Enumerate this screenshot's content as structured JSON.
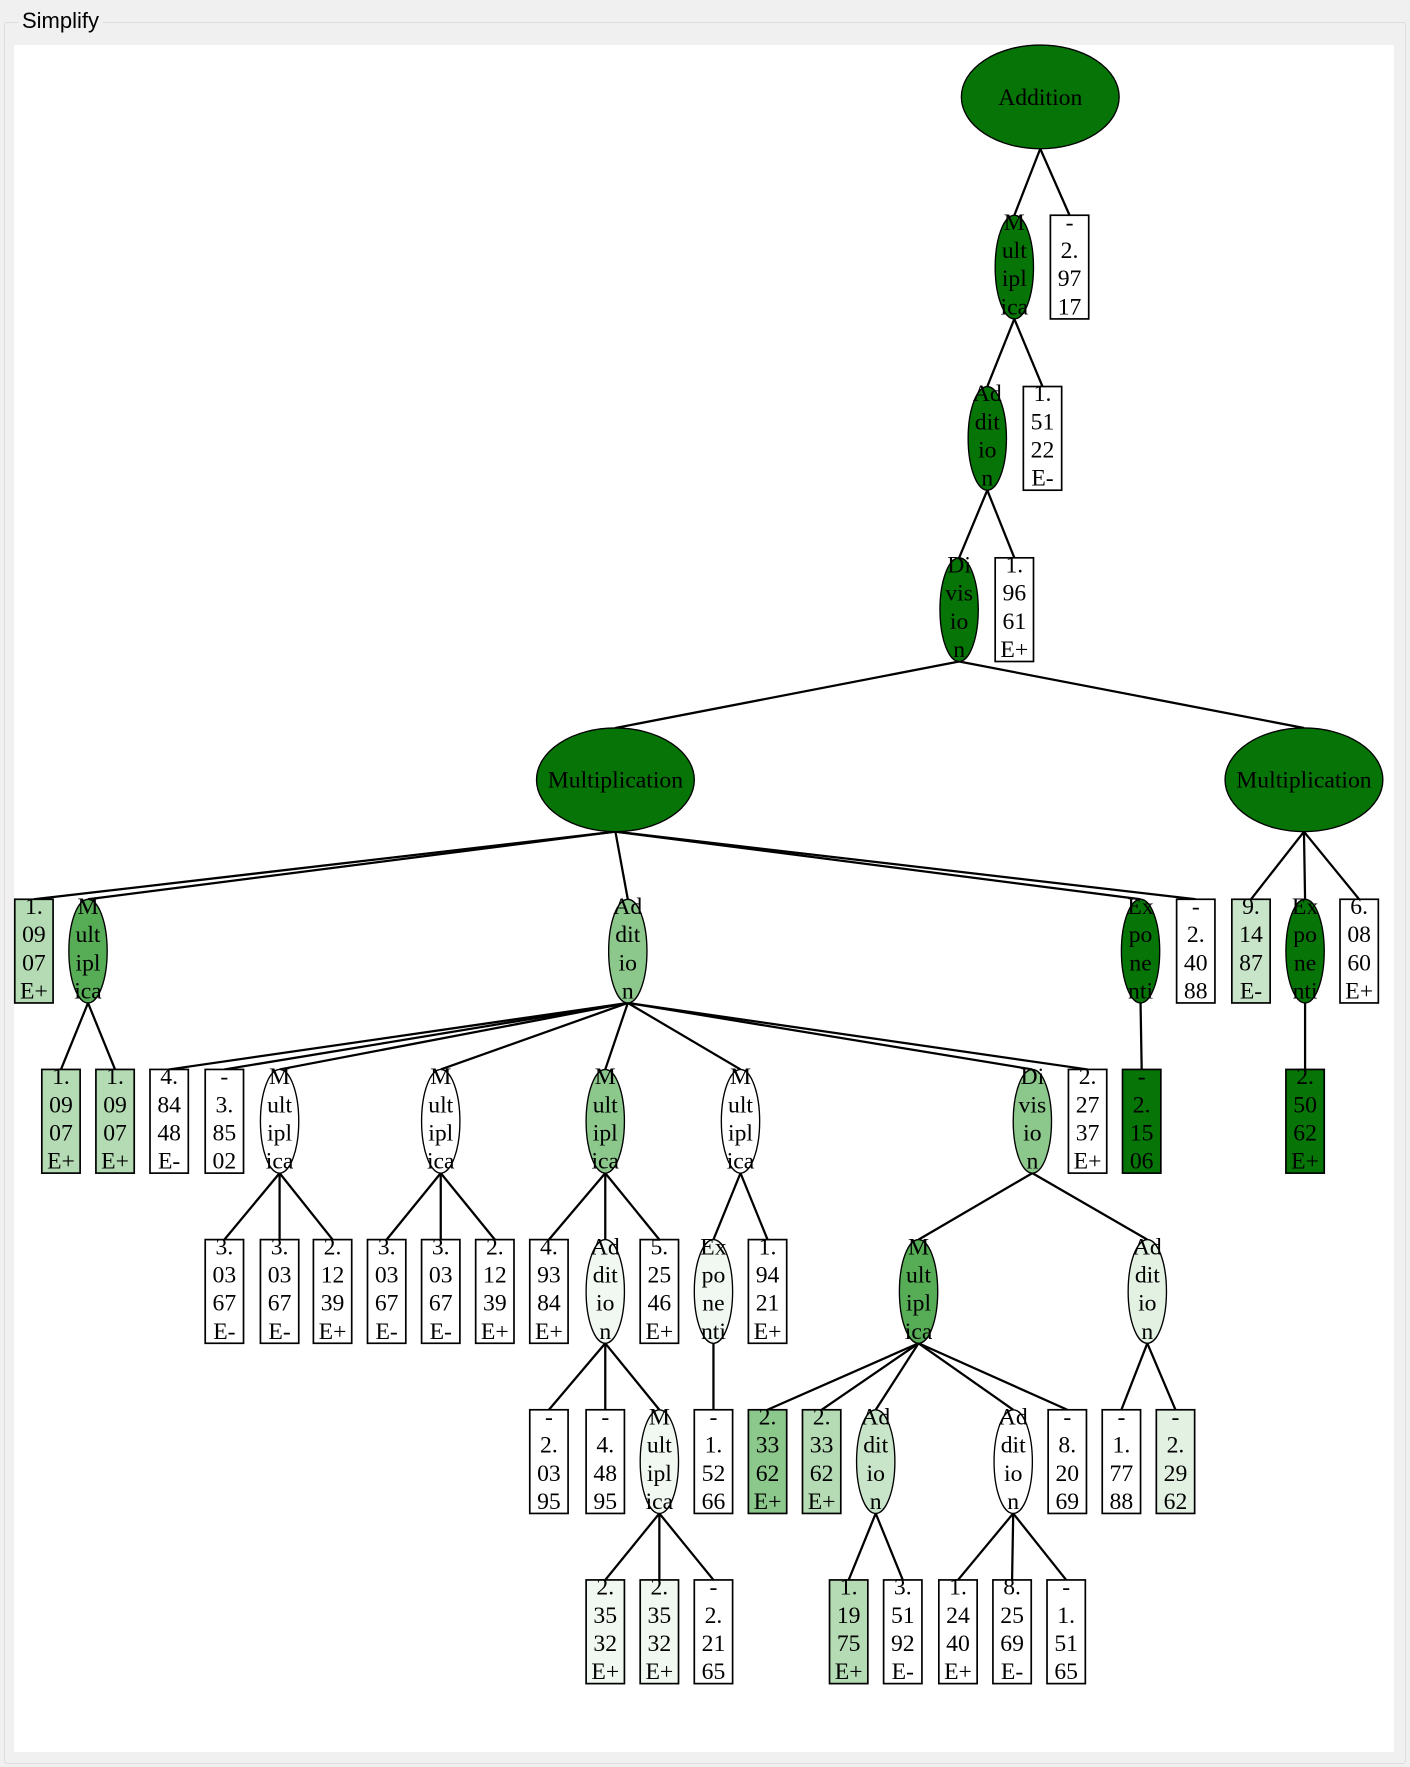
{
  "group_title": "Simplify",
  "colors": {
    "dark": "#067406",
    "medium": "#56ad56",
    "mid": "#8cc78c",
    "light": "#b5dbb5",
    "lighter": "#c9e5c9",
    "pale": "#e3f1e3",
    "verypale": "#f1f8f1",
    "white": "#ffffff",
    "edge": "#000000"
  },
  "tree": {
    "nodes": [
      {
        "p": -1,
        "s": "wide",
        "t": [
          "Addition"
        ],
        "f": "dark"
      },
      {
        "p": 0,
        "s": "ell",
        "t": [
          "M",
          "ult",
          "ipl",
          "ica"
        ],
        "f": "dark"
      },
      {
        "p": 0,
        "s": "rect",
        "t": [
          "-",
          "2.",
          "97",
          "17"
        ],
        "f": "white"
      },
      {
        "p": 1,
        "s": "ell",
        "t": [
          "Ad",
          "dit",
          "io",
          "n"
        ],
        "f": "dark"
      },
      {
        "p": 1,
        "s": "rect",
        "t": [
          "1.",
          "51",
          "22",
          "E-"
        ],
        "f": "white"
      },
      {
        "p": 3,
        "s": "ell",
        "t": [
          "Di",
          "vis",
          "io",
          "n"
        ],
        "f": "dark"
      },
      {
        "p": 3,
        "s": "rect",
        "t": [
          "1.",
          "96",
          "61",
          "E+"
        ],
        "f": "white"
      },
      {
        "p": 5,
        "s": "wide",
        "t": [
          "Multiplication"
        ],
        "f": "dark"
      },
      {
        "p": 5,
        "s": "wide",
        "t": [
          "Multiplication"
        ],
        "f": "dark"
      },
      {
        "p": 7,
        "s": "rect",
        "t": [
          "1.",
          "09",
          "07",
          "E+"
        ],
        "f": "light"
      },
      {
        "p": 7,
        "s": "ell",
        "t": [
          "M",
          "ult",
          "ipl",
          "ica"
        ],
        "f": "medium"
      },
      {
        "p": 7,
        "s": "ell",
        "t": [
          "Ad",
          "dit",
          "io",
          "n"
        ],
        "f": "mid"
      },
      {
        "p": 7,
        "s": "ell",
        "t": [
          "Ex",
          "po",
          "ne",
          "nti"
        ],
        "f": "dark"
      },
      {
        "p": 7,
        "s": "rect",
        "t": [
          "-",
          "2.",
          "40",
          "88"
        ],
        "f": "white"
      },
      {
        "p": 8,
        "s": "rect",
        "t": [
          "9.",
          "14",
          "87",
          "E-"
        ],
        "f": "lighter"
      },
      {
        "p": 8,
        "s": "ell",
        "t": [
          "Ex",
          "po",
          "ne",
          "nti"
        ],
        "f": "dark"
      },
      {
        "p": 8,
        "s": "rect",
        "t": [
          "6.",
          "08",
          "60",
          "E+"
        ],
        "f": "white"
      },
      {
        "p": 10,
        "s": "rect",
        "t": [
          "1.",
          "09",
          "07",
          "E+"
        ],
        "f": "light"
      },
      {
        "p": 10,
        "s": "rect",
        "t": [
          "1.",
          "09",
          "07",
          "E+"
        ],
        "f": "light"
      },
      {
        "p": 11,
        "s": "rect",
        "t": [
          "4.",
          "84",
          "48",
          "E-"
        ],
        "f": "white"
      },
      {
        "p": 11,
        "s": "rect",
        "t": [
          "-",
          "3.",
          "85",
          "02"
        ],
        "f": "white"
      },
      {
        "p": 11,
        "s": "ell",
        "t": [
          "M",
          "ult",
          "ipl",
          "ica"
        ],
        "f": "white"
      },
      {
        "p": 11,
        "s": "ell",
        "t": [
          "M",
          "ult",
          "ipl",
          "ica"
        ],
        "f": "white"
      },
      {
        "p": 11,
        "s": "ell",
        "t": [
          "M",
          "ult",
          "ipl",
          "ica"
        ],
        "f": "mid"
      },
      {
        "p": 11,
        "s": "ell",
        "t": [
          "M",
          "ult",
          "ipl",
          "ica"
        ],
        "f": "white"
      },
      {
        "p": 11,
        "s": "ell",
        "t": [
          "Di",
          "vis",
          "io",
          "n"
        ],
        "f": "mid"
      },
      {
        "p": 11,
        "s": "rect",
        "t": [
          "2.",
          "27",
          "37",
          "E+"
        ],
        "f": "white"
      },
      {
        "p": 12,
        "s": "rect",
        "t": [
          "-",
          "2.",
          "15",
          "06"
        ],
        "f": "dark"
      },
      {
        "p": 15,
        "s": "rect",
        "t": [
          "2.",
          "50",
          "62",
          "E+"
        ],
        "f": "dark"
      },
      {
        "p": 21,
        "s": "rect",
        "t": [
          "3.",
          "03",
          "67",
          "E-"
        ],
        "f": "white"
      },
      {
        "p": 21,
        "s": "rect",
        "t": [
          "3.",
          "03",
          "67",
          "E-"
        ],
        "f": "white"
      },
      {
        "p": 21,
        "s": "rect",
        "t": [
          "2.",
          "12",
          "39",
          "E+"
        ],
        "f": "white"
      },
      {
        "p": 22,
        "s": "rect",
        "t": [
          "3.",
          "03",
          "67",
          "E-"
        ],
        "f": "white"
      },
      {
        "p": 22,
        "s": "rect",
        "t": [
          "3.",
          "03",
          "67",
          "E-"
        ],
        "f": "white"
      },
      {
        "p": 22,
        "s": "rect",
        "t": [
          "2.",
          "12",
          "39",
          "E+"
        ],
        "f": "white"
      },
      {
        "p": 23,
        "s": "rect",
        "t": [
          "4.",
          "93",
          "84",
          "E+"
        ],
        "f": "white"
      },
      {
        "p": 23,
        "s": "ell",
        "t": [
          "Ad",
          "dit",
          "io",
          "n"
        ],
        "f": "verypale"
      },
      {
        "p": 23,
        "s": "rect",
        "t": [
          "5.",
          "25",
          "46",
          "E+"
        ],
        "f": "white"
      },
      {
        "p": 24,
        "s": "ell",
        "t": [
          "Ex",
          "po",
          "ne",
          "nti"
        ],
        "f": "verypale"
      },
      {
        "p": 24,
        "s": "rect",
        "t": [
          "1.",
          "94",
          "21",
          "E+"
        ],
        "f": "white"
      },
      {
        "p": 25,
        "s": "ell",
        "t": [
          "M",
          "ult",
          "ipl",
          "ica"
        ],
        "f": "medium"
      },
      {
        "p": 25,
        "s": "ell",
        "t": [
          "Ad",
          "dit",
          "io",
          "n"
        ],
        "f": "pale"
      },
      {
        "p": 36,
        "s": "rect",
        "t": [
          "-",
          "2.",
          "03",
          "95"
        ],
        "f": "white"
      },
      {
        "p": 36,
        "s": "rect",
        "t": [
          "-",
          "4.",
          "48",
          "95"
        ],
        "f": "white"
      },
      {
        "p": 36,
        "s": "ell",
        "t": [
          "M",
          "ult",
          "ipl",
          "ica"
        ],
        "f": "verypale"
      },
      {
        "p": 38,
        "s": "rect",
        "t": [
          "-",
          "1.",
          "52",
          "66"
        ],
        "f": "white"
      },
      {
        "p": 40,
        "s": "rect",
        "t": [
          "2.",
          "33",
          "62",
          "E+"
        ],
        "f": "mid"
      },
      {
        "p": 40,
        "s": "rect",
        "t": [
          "2.",
          "33",
          "62",
          "E+"
        ],
        "f": "light"
      },
      {
        "p": 40,
        "s": "ell",
        "t": [
          "Ad",
          "dit",
          "io",
          "n"
        ],
        "f": "lighter"
      },
      {
        "p": 40,
        "s": "ell",
        "t": [
          "Ad",
          "dit",
          "io",
          "n"
        ],
        "f": "white"
      },
      {
        "p": 40,
        "s": "rect",
        "t": [
          "-",
          "8.",
          "20",
          "69"
        ],
        "f": "white"
      },
      {
        "p": 41,
        "s": "rect",
        "t": [
          "-",
          "1.",
          "77",
          "88"
        ],
        "f": "white"
      },
      {
        "p": 41,
        "s": "rect",
        "t": [
          "-",
          "2.",
          "29",
          "62"
        ],
        "f": "pale"
      },
      {
        "p": 44,
        "s": "rect",
        "t": [
          "2.",
          "35",
          "32",
          "E+"
        ],
        "f": "verypale"
      },
      {
        "p": 44,
        "s": "rect",
        "t": [
          "2.",
          "35",
          "32",
          "E+"
        ],
        "f": "verypale"
      },
      {
        "p": 44,
        "s": "rect",
        "t": [
          "-",
          "2.",
          "21",
          "65"
        ],
        "f": "white"
      },
      {
        "p": 48,
        "s": "rect",
        "t": [
          "1.",
          "19",
          "75",
          "E+"
        ],
        "f": "light"
      },
      {
        "p": 48,
        "s": "rect",
        "t": [
          "3.",
          "51",
          "92",
          "E-"
        ],
        "f": "white"
      },
      {
        "p": 49,
        "s": "rect",
        "t": [
          "1.",
          "24",
          "40",
          "E+"
        ],
        "f": "white"
      },
      {
        "p": 49,
        "s": "rect",
        "t": [
          "8.",
          "25",
          "69",
          "E-"
        ],
        "f": "white"
      },
      {
        "p": 49,
        "s": "rect",
        "t": [
          "-",
          "1.",
          "51",
          "65"
        ],
        "f": "white"
      }
    ]
  }
}
